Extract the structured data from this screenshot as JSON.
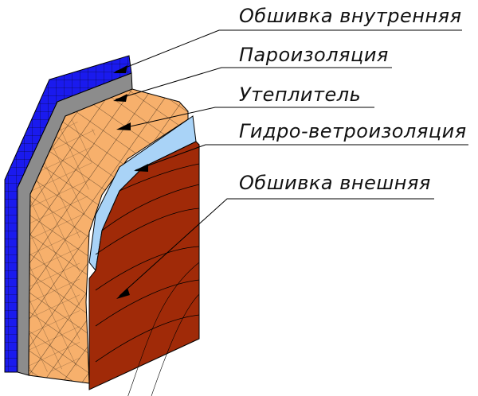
{
  "labels": [
    "Обшивка внутренняя",
    "Пароизоляция",
    "Утеплитель",
    "Гидро-ветроизоляция",
    "Обшивка внешняя"
  ],
  "colors": {
    "inner_cladding": "#1a1aee",
    "vapor_barrier": "#8c8c8c",
    "insulation": "#f7b06c",
    "wind_barrier": "#a9d3f7",
    "outer_cladding": "#a02a08",
    "hatch": "#000000"
  }
}
